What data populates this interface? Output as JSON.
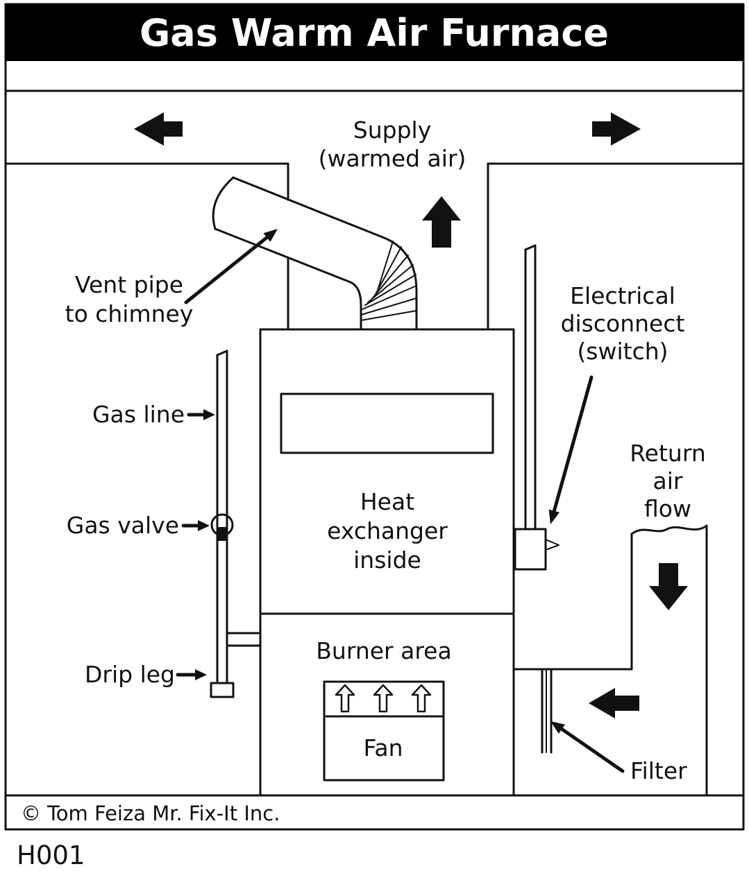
{
  "title": "Gas Warm Air Furnace",
  "diagram_code": "H001",
  "footer": {
    "copyright": "©",
    "credit": "Tom Feiza Mr. Fix-It Inc."
  },
  "labels": {
    "supply": [
      "Supply",
      "(warmed air)"
    ],
    "vent_pipe": [
      "Vent pipe",
      "to chimney"
    ],
    "gas_line": "Gas line",
    "gas_valve": "Gas valve",
    "drip_leg": "Drip leg",
    "electrical_disconnect": [
      "Electrical",
      "disconnect",
      "(switch)"
    ],
    "return_air_flow": [
      "Return",
      "air",
      "flow"
    ],
    "heat_exchanger": [
      "Heat",
      "exchanger",
      "inside"
    ],
    "burner_area": "Burner area",
    "fan": "Fan",
    "filter": "Filter"
  },
  "colors": {
    "ink": "#111111",
    "paper": "#ffffff",
    "title_bg": "#000000",
    "title_text": "#ffffff"
  }
}
